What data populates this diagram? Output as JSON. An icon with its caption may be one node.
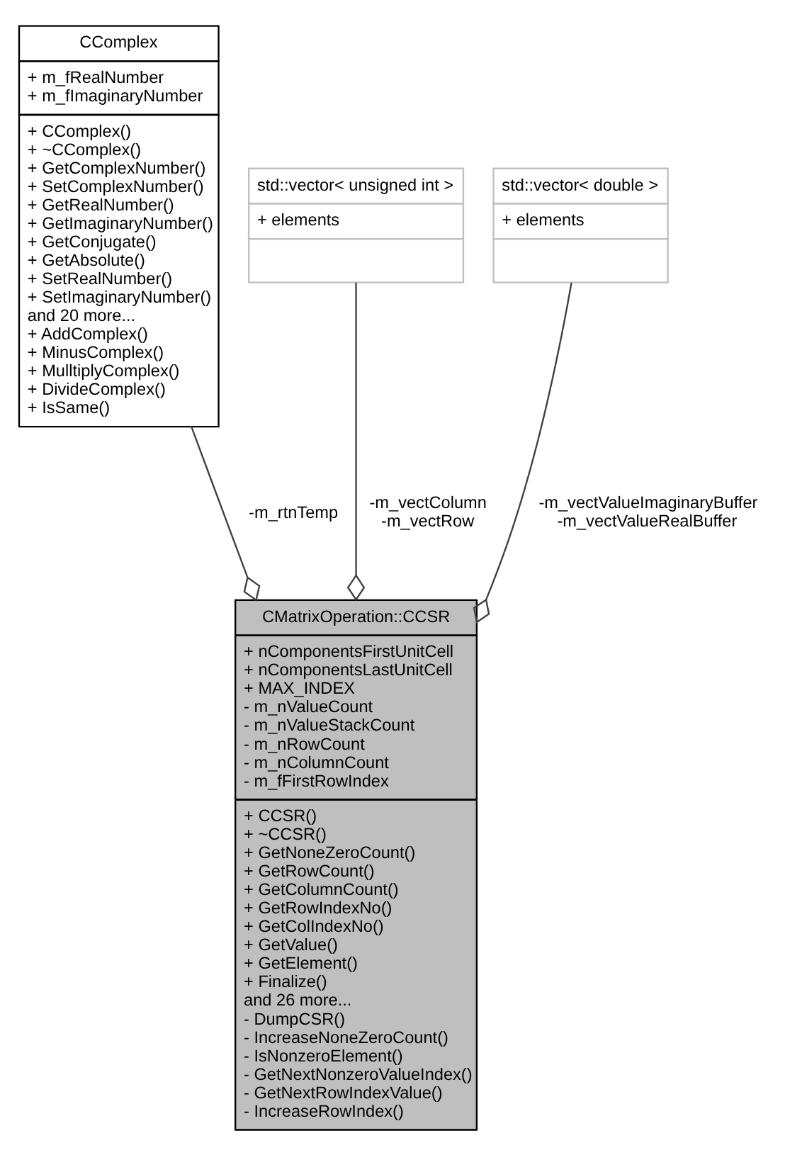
{
  "diagram": {
    "nodes": [
      {
        "text": [
          "CComplex",
          "+ m_fRealNumber",
          "+ m_fImaginaryNumber",
          "+ CComplex()",
          "+ ~CComplex()",
          "+ GetComplexNumber()",
          "+ SetComplexNumber()",
          "+ GetRealNumber()",
          "+ GetImaginaryNumber()",
          "+ GetConjugate()",
          "+ GetAbsolute()",
          "+ SetRealNumber()",
          "+ SetImaginaryNumber()",
          "and 20 more...",
          "+ AddComplex()",
          "+ MinusComplex()",
          "+ MulltiplyComplex()",
          "+ DivideComplex()",
          "+ IsSame()"
        ]
      },
      {
        "text": [
          "std::vector< unsigned int >",
          "+ elements"
        ]
      },
      {
        "text": [
          "std::vector< double >",
          "+ elements"
        ]
      },
      {
        "text": [
          "CMatrixOperation::CCSR",
          "+ nComponentsFirstUnitCell",
          "+ nComponentsLastUnitCell",
          "+ MAX_INDEX",
          "- m_nValueCount",
          "- m_nValueStackCount",
          "- m_nRowCount",
          "- m_nColumnCount",
          "- m_fFirstRowIndex",
          "+ CCSR()",
          "+ ~CCSR()",
          "+ GetNoneZeroCount()",
          "+ GetRowCount()",
          "+ GetColumnCount()",
          "+ GetRowIndexNo()",
          "+ GetColIndexNo()",
          "+ GetValue()",
          "+ GetElement()",
          "+ Finalize()",
          "and 26 more...",
          "- DumpCSR()",
          "- IncreaseNoneZeroCount()",
          "- IsNonzeroElement()",
          "- GetNextNonzeroValueIndex()",
          "- GetNextRowIndexValue()",
          "- IncreaseRowIndex()"
        ]
      }
    ],
    "edges": [
      {
        "from": 0,
        "to": 3,
        "arrow": "other",
        "label": "-m_rtnTemp"
      },
      {
        "from": 1,
        "to": 3,
        "arrow": "other",
        "label": "-m_vectColumn -m_vectRow"
      },
      {
        "from": 2,
        "to": 3,
        "arrow": "other",
        "label": "-m_vectValueImaginaryBuffer -m_vectValueRealBuffer"
      }
    ]
  }
}
